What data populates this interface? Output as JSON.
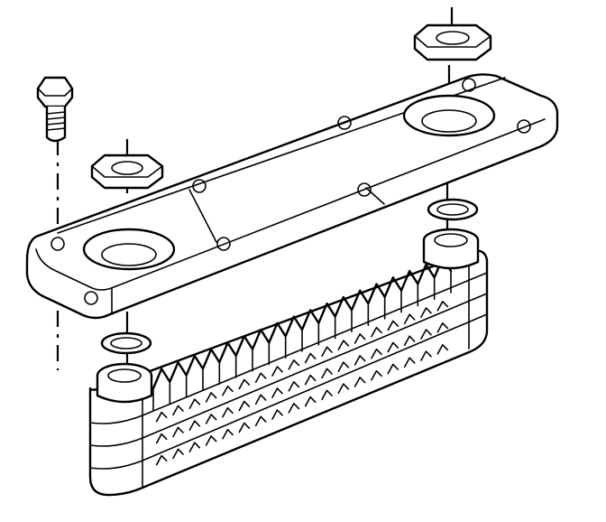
{
  "diagram": {
    "kind": "exploded-assembly-line-drawing",
    "colors": {
      "line": "#000000",
      "background": "#ffffff"
    },
    "parts": [
      "bolt",
      "nut-left",
      "nut-right",
      "cover-plate",
      "seal-ring-left",
      "seal-ring-right",
      "heat-exchanger-core"
    ],
    "fins": {
      "count": 18,
      "rows": 4
    }
  }
}
